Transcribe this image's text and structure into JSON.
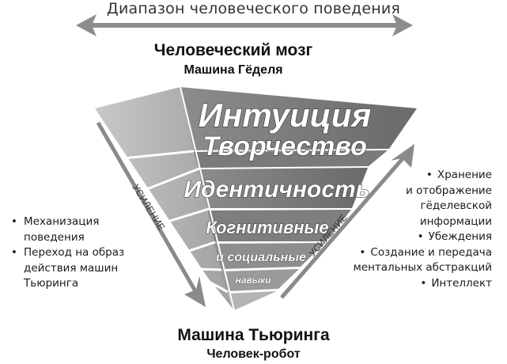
{
  "header": {
    "range_label": "Диапазон человеческого поведения",
    "top_title": "Человеческий мозг",
    "top_subtitle": "Машина Гёделя"
  },
  "footer": {
    "bottom_title": "Машина Тьюринга",
    "bottom_subtitle": "Человек-робот"
  },
  "pyramid": {
    "layers": [
      {
        "line1": "Интуиция",
        "line2": "Творчество"
      },
      {
        "line1": "Идентичность"
      },
      {
        "line1": "Когнитивные"
      },
      {
        "line1": "и социальные"
      },
      {
        "line1": "навыки"
      }
    ]
  },
  "arrows": {
    "left_label": "УСИЛЕНИЕ",
    "right_label": "УСИЛЕНИЕ"
  },
  "left_list": [
    "Механизация поведения",
    "Переход на образ действия машин Тьюринга"
  ],
  "right_list": [
    [
      "Хранение",
      "и отображение",
      "гёделевской",
      "информации"
    ],
    [
      "Убеждения"
    ],
    [
      "Создание и передача",
      "ментальных абстракций"
    ],
    [
      "Интеллект"
    ]
  ],
  "colors": {
    "pyramid_dark": "#6e6e6e",
    "pyramid_side": "#9a9a9a",
    "arrow_gray": "#8a8a8a"
  }
}
